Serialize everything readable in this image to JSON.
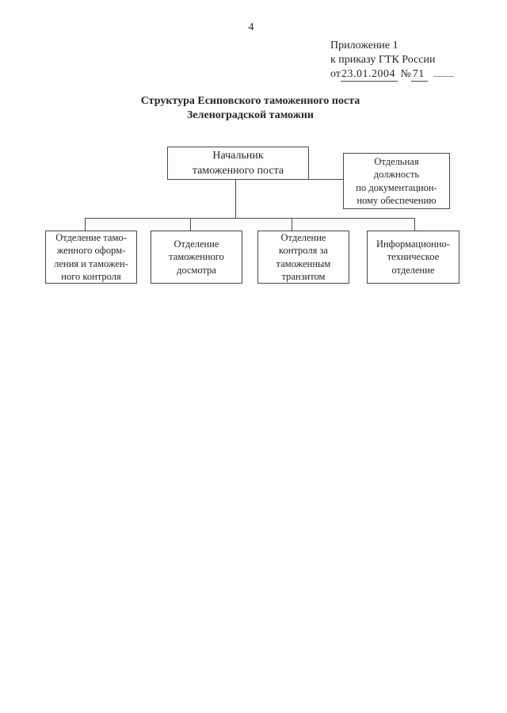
{
  "page": {
    "number": "4"
  },
  "header": {
    "line1": "Приложение 1",
    "line2": "к приказу ГТК России",
    "line3": {
      "prefix": "от",
      "date": "23.01.2004",
      "number_sign": "№",
      "number": "71"
    }
  },
  "title": {
    "line1": "Структура Есиповского таможенного поста",
    "line2": "Зеленоградской таможни"
  },
  "org_chart": {
    "chief": {
      "lines": [
        "Начальник",
        "таможенного поста"
      ]
    },
    "separate_position": {
      "lines": [
        "Отдельная",
        "должность",
        "по документацион-",
        "ному обеспечению"
      ]
    },
    "departments": [
      {
        "lines": [
          "Отделение тамо-",
          "женного оформ-",
          "ления и таможен-",
          "ного контроля"
        ]
      },
      {
        "lines": [
          "Отделение",
          "таможенного",
          "досмотра"
        ]
      },
      {
        "lines": [
          "Отделение",
          "контроля за",
          "таможенным",
          "транзитом"
        ]
      },
      {
        "lines": [
          "Информационно-",
          "техническое",
          "отделение"
        ]
      }
    ]
  },
  "colors": {
    "paper": "#fdfdfc",
    "ink": "#272727",
    "line": "#4a4a4a"
  }
}
